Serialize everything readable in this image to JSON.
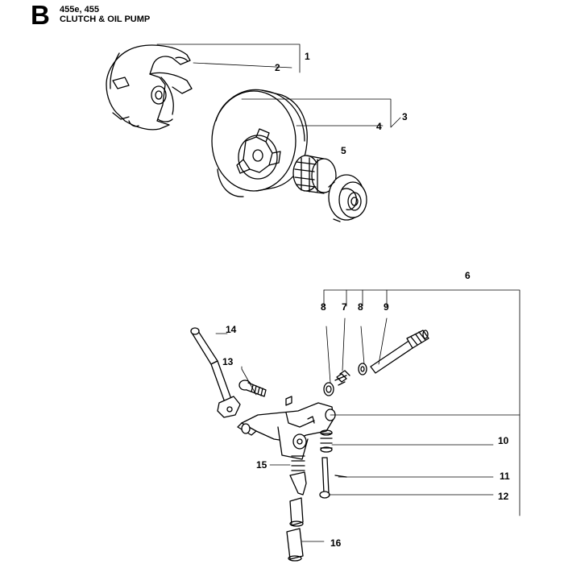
{
  "header": {
    "section_letter": "B",
    "models": "455e, 455",
    "title": "CLUTCH & OIL PUMP"
  },
  "callouts": [
    "1",
    "2",
    "3",
    "4",
    "5",
    "6",
    "7",
    "8",
    "8",
    "9",
    "10",
    "11",
    "12",
    "13",
    "14",
    "15",
    "16"
  ]
}
